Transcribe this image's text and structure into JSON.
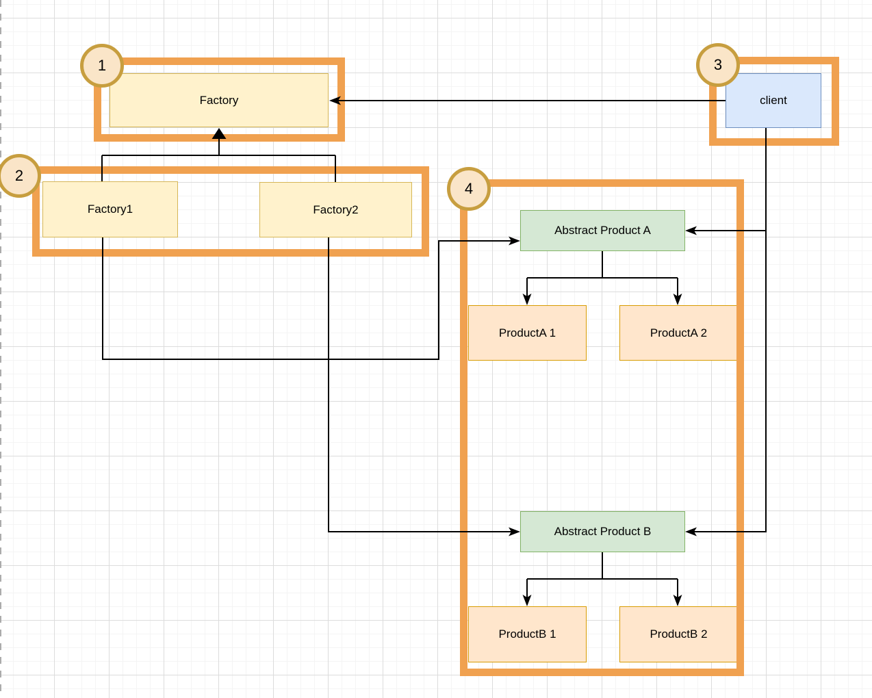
{
  "diagram": {
    "title_hint": "Abstract Factory pattern diagram",
    "badges": [
      {
        "number": "1"
      },
      {
        "number": "2"
      },
      {
        "number": "3"
      },
      {
        "number": "4"
      }
    ],
    "nodes": {
      "factory": {
        "label": "Factory"
      },
      "factory1": {
        "label": "Factory1"
      },
      "factory2": {
        "label": "Factory2"
      },
      "client": {
        "label": "client"
      },
      "abstract_product_a": {
        "label": "Abstract Product A"
      },
      "product_a1": {
        "label": "ProductA 1"
      },
      "product_a2": {
        "label": "ProductA 2"
      },
      "abstract_product_b": {
        "label": "Abstract Product B"
      },
      "product_b1": {
        "label": "ProductB 1"
      },
      "product_b2": {
        "label": "ProductB 2"
      }
    },
    "colors": {
      "group-border": "#F0A150",
      "badge-fill": "#FAE5C8",
      "badge-border": "#C79E3F",
      "yellow-fill": "#FFF2CC",
      "yellow-stroke": "#D6B656",
      "orange-fill": "#FFE6CC",
      "orange-stroke": "#D79B00",
      "green-fill": "#D5E8D4",
      "green-stroke": "#82B366",
      "blue-fill": "#DAE8FC",
      "blue-stroke": "#6C8EBF",
      "line-color": "#000000"
    }
  }
}
